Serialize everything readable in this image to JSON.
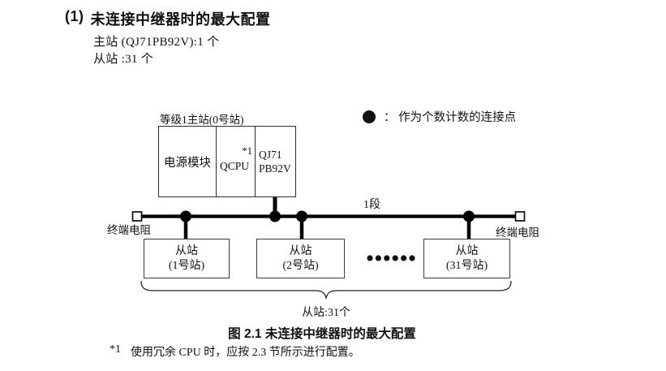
{
  "colors": {
    "ink": "#111111",
    "line": "#000000",
    "box_border": "#3c3c3c"
  },
  "header": {
    "number": "(1)",
    "title": "未连接中继器时的最大配置",
    "master_line": "主站 (QJ71PB92V):1 个",
    "slave_line": "从站 :31 个"
  },
  "diagram": {
    "master_label": "等级1主站(0号站)",
    "master_box": {
      "power": "电源模块",
      "cpu": "QCPU",
      "cpu_note": "*1",
      "interface_line1": "QJ71",
      "interface_line2": "PB92V"
    },
    "legend": {
      "symbol": "connection-point-dot",
      "text": "： 作为个数计数的连接点"
    },
    "segment_label": "1段",
    "terminator_left": "终端电阻",
    "terminator_right": "终端电阻",
    "slaves": [
      {
        "name": "从站",
        "station": "(1号站)"
      },
      {
        "name": "从站",
        "station": "(2号站)"
      },
      {
        "name": "从站",
        "station": "(31号站)"
      }
    ],
    "brace_label": "从站:31个"
  },
  "caption": "图 2.1 未连接中继器时的最大配置",
  "footnote": {
    "marker": "*1",
    "text": "使用冗余 CPU 时，应按 2.3 节所示进行配置。"
  }
}
